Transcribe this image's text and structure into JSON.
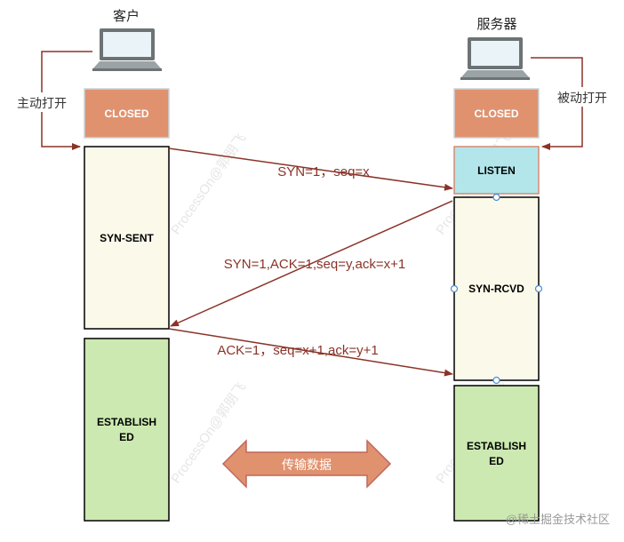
{
  "client": {
    "title": "客户",
    "open_label": "主动打开",
    "states": {
      "closed": "CLOSED",
      "syn_sent": "SYN-SENT",
      "established_1": "ESTABLISH",
      "established_2": "ED"
    }
  },
  "server": {
    "title": "服务器",
    "open_label": "被动打开",
    "states": {
      "closed": "CLOSED",
      "listen": "LISTEN",
      "syn_rcvd": "SYN-RCVD",
      "established_1": "ESTABLISH",
      "established_2": "ED"
    }
  },
  "messages": {
    "syn": "SYN=1，seq=x",
    "syn_ack": "SYN=1,ACK=1,seq=y,ack=x+1",
    "ack": "ACK=1，seq=x+1,ack=y+1"
  },
  "transfer_label": "传输数据",
  "watermarks": {
    "text": "ProcessOn@郭朋飞",
    "site": "@稀土掘金技术社区"
  },
  "colors": {
    "closed_fill": "#e0926f",
    "closed_stroke": "#c9d4d8",
    "state_fill": "#fbfaea",
    "listen_fill": "#b3e6ea",
    "listen_stroke": "#d58a72",
    "established_fill": "#cce9b1",
    "arrow": "#8a3328",
    "transfer_fill": "#e0926f",
    "transfer_stroke": "#c0675a"
  },
  "icons": [
    "laptop-icon",
    "laptop-icon"
  ]
}
